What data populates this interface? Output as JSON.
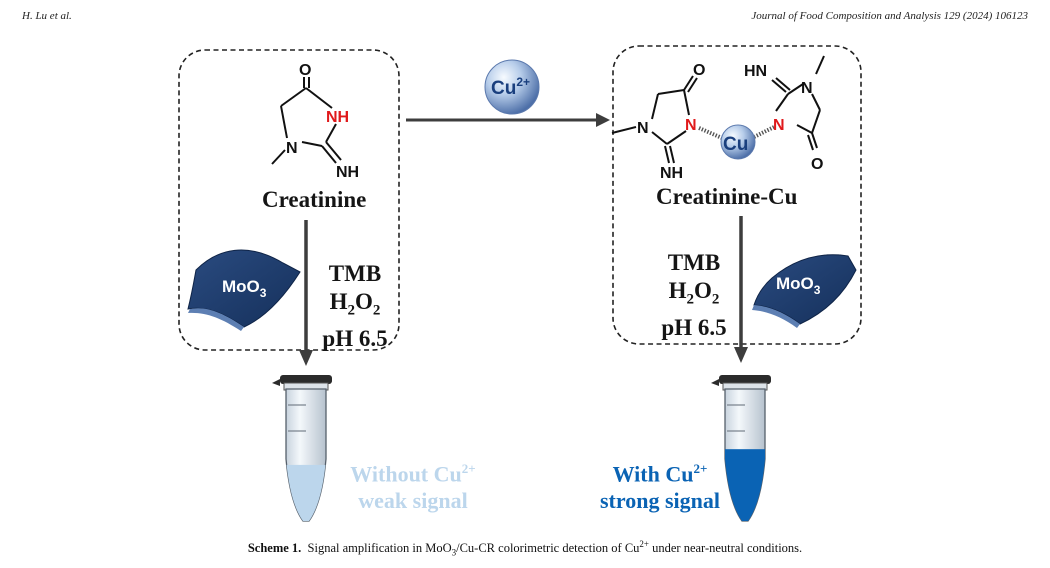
{
  "header": {
    "authors": "H. Lu et al.",
    "journal": "Journal of Food Composition and Analysis 129 (2024) 106123"
  },
  "colors": {
    "nitrogen_red": "#e0191b",
    "navy": "#1d3a6a",
    "strong_blue": "#0a63b4",
    "weak_blue": "#bcd6ec",
    "ion_blue": "#3c7bc9"
  },
  "left": {
    "molecule": {
      "o": "O",
      "nh_ring": "NH",
      "n": "N",
      "nh_imine": "NH"
    },
    "name": "Creatinine",
    "sheet": {
      "base": "MoO",
      "sub": "3"
    },
    "conditions": {
      "line1": "TMB",
      "h": "H",
      "h_sub": "2",
      "o": "O",
      "o_sub": "2",
      "line3": "pH 6.5"
    },
    "tube_fill_fraction": 0.25,
    "result": {
      "line1": "Without Cu",
      "line1_sup": "2+",
      "line2": "weak signal"
    }
  },
  "middle": {
    "ion": {
      "base": "Cu",
      "sup": "2+"
    }
  },
  "right": {
    "molecule": {
      "o1": "O",
      "n1": "N",
      "n_coord1": "N",
      "nh1": "NH",
      "cu": "Cu",
      "hn": "HN",
      "n2": "N",
      "n_coord2": "N",
      "o2": "O"
    },
    "name": "Creatinine-Cu",
    "sheet": {
      "base": "MoO",
      "sub": "3"
    },
    "conditions": {
      "line1": "TMB",
      "h": "H",
      "h_sub": "2",
      "o": "O",
      "o_sub": "2",
      "line3": "pH 6.5"
    },
    "tube_fill_fraction": 0.32,
    "result": {
      "line1": "With Cu",
      "line1_sup": "2+",
      "line2": "strong signal"
    }
  },
  "caption": {
    "label": "Scheme 1.",
    "t1": "Signal amplification in MoO",
    "t1_sub": "3",
    "t2": "/Cu-CR colorimetric detection of Cu",
    "t2_sup": "2+",
    "t3": " under near-neutral conditions."
  }
}
